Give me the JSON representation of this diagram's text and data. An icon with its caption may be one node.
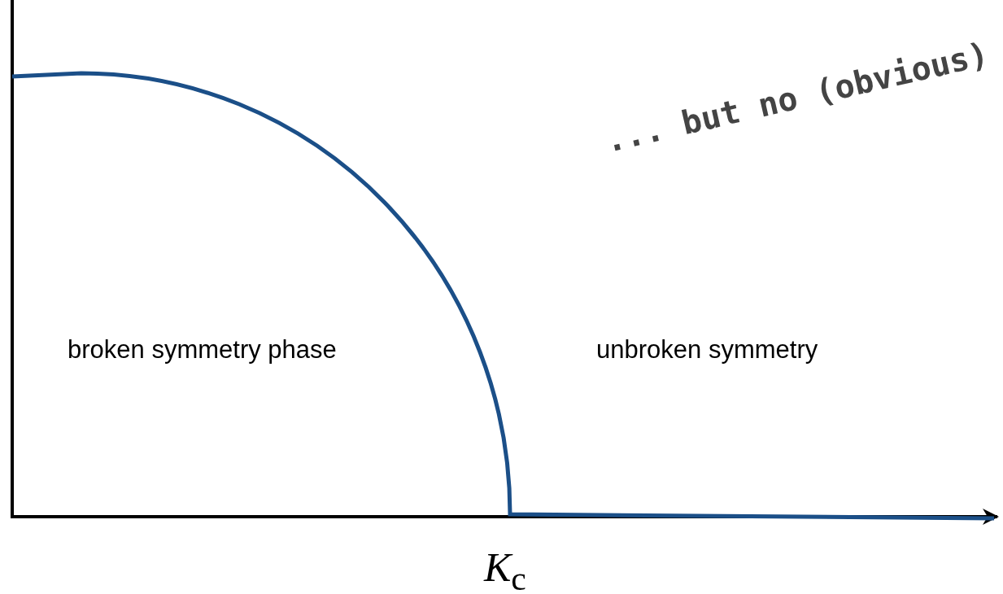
{
  "diagram": {
    "labels": [
      "broken symmetry phase",
      "unbroken symmetry",
      "... but no (obvious)",
      "*K*$_{c}$"
    ]
  }
}
